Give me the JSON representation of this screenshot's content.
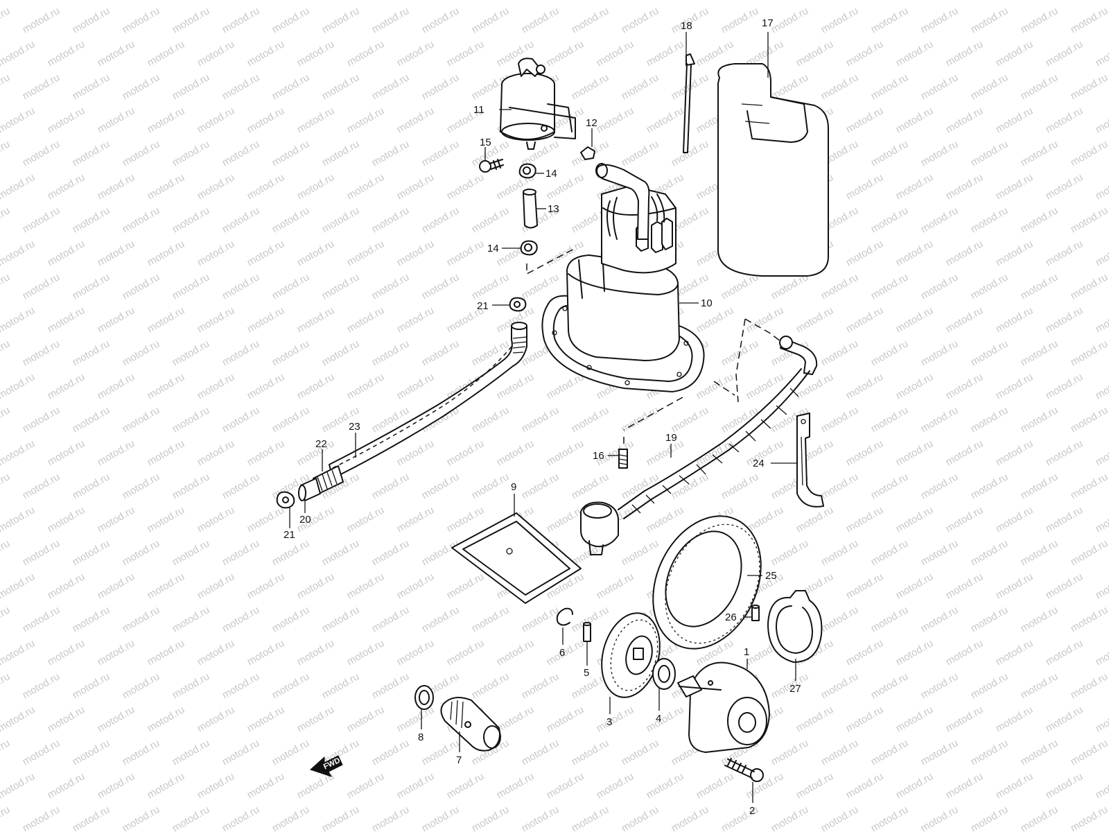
{
  "watermark": "motod.ru",
  "fwd_label": "FWD",
  "callouts": {
    "c1": "1",
    "c2": "2",
    "c3": "3",
    "c4": "4",
    "c5": "5",
    "c6": "6",
    "c7": "7",
    "c8": "8",
    "c9": "9",
    "c10": "10",
    "c11": "11",
    "c12": "12",
    "c13": "13",
    "c14a": "14",
    "c14b": "14",
    "c15": "15",
    "c16": "16",
    "c17": "17",
    "c18": "18",
    "c19": "19",
    "c20": "20",
    "c21a": "21",
    "c21b": "21",
    "c22": "22",
    "c23": "23",
    "c24": "24",
    "c25": "25",
    "c26": "26",
    "c27": "27"
  }
}
